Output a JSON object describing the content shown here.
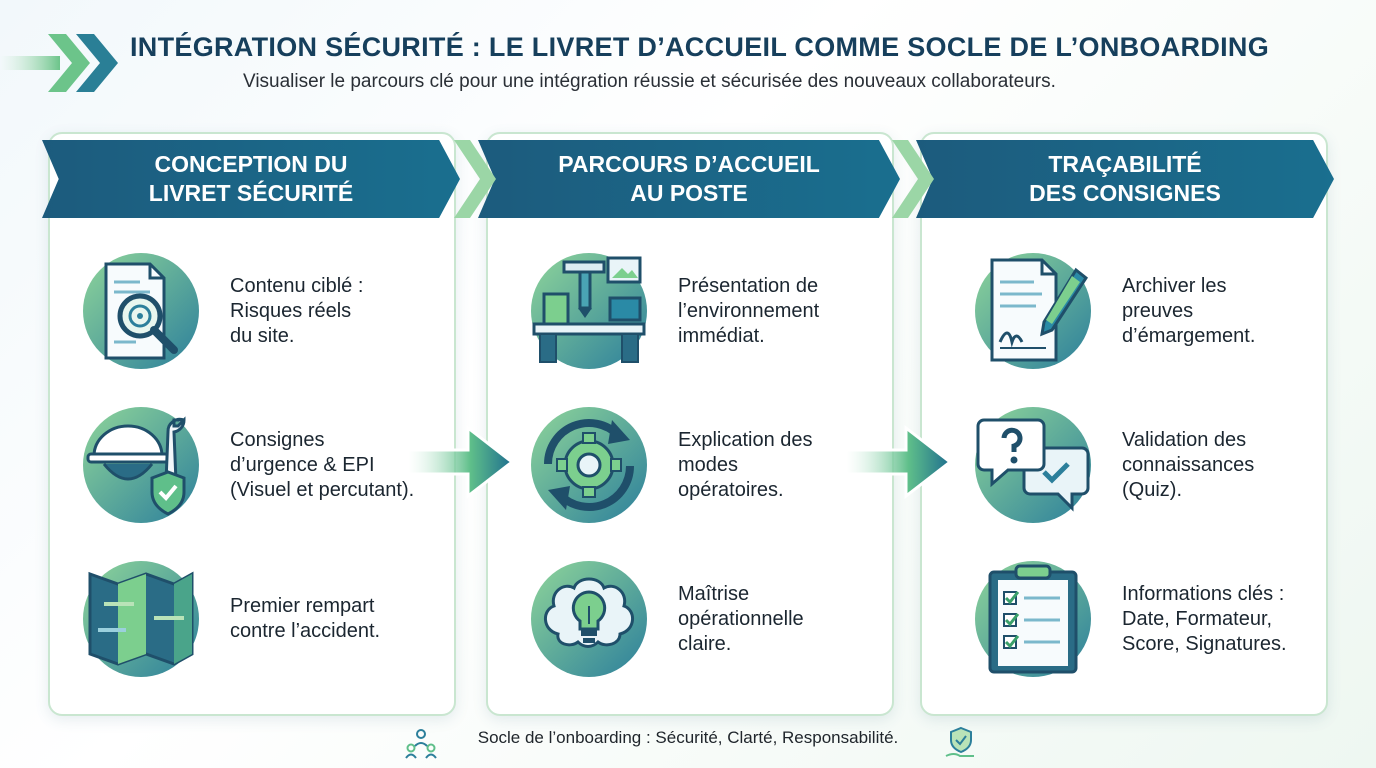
{
  "header": {
    "title": "INTÉGRATION SÉCURITÉ : LE LIVRET D’ACCUEIL COMME SOCLE DE L’ONBOARDING",
    "subtitle": "Visualiser le parcours clé pour une intégration réussie et sécurisée des nouveaux collaborateurs."
  },
  "columns": [
    {
      "title": "CONCEPTION DU\nLIVRET SÉCURITÉ",
      "items": [
        {
          "icon": "document-magnifier-icon",
          "text": "Contenu ciblé :\nRisques réels\ndu site."
        },
        {
          "icon": "helmet-wrench-shield-icon",
          "text": "Consignes\nd’urgence & EPI\n(Visuel et percutant)."
        },
        {
          "icon": "folded-map-icon",
          "text": "Premier rempart\ncontre l’accident."
        }
      ]
    },
    {
      "title": "PARCOURS D’ACCUEIL\nAU POSTE",
      "items": [
        {
          "icon": "workstation-icon",
          "text": "Présentation de\nl’environnement\nimmédiat."
        },
        {
          "icon": "gear-cycle-icon",
          "text": "Explication des\nmodes\nopératoires."
        },
        {
          "icon": "brain-lightbulb-icon",
          "text": "Maîtrise\nopérationnelle\nclaire."
        }
      ]
    },
    {
      "title": "TRAÇABILITÉ\nDES CONSIGNES",
      "items": [
        {
          "icon": "signed-document-pen-icon",
          "text": "Archiver les\npreuves\nd’émargement."
        },
        {
          "icon": "quiz-speech-bubbles-icon",
          "text": "Validation des\nconnaissances\n(Quiz)."
        },
        {
          "icon": "checklist-clipboard-icon",
          "text": "Informations clés :\nDate, Formateur,\nScore, Signatures."
        }
      ]
    }
  ],
  "footer": {
    "text": "Socle de l’onboarding : Sécurité, Clarté, Responsabilité."
  },
  "colors": {
    "navy": "#1c5b7d",
    "teal": "#1a8a8f",
    "green": "#5fbf6a",
    "light_green": "#b9e3b8"
  }
}
